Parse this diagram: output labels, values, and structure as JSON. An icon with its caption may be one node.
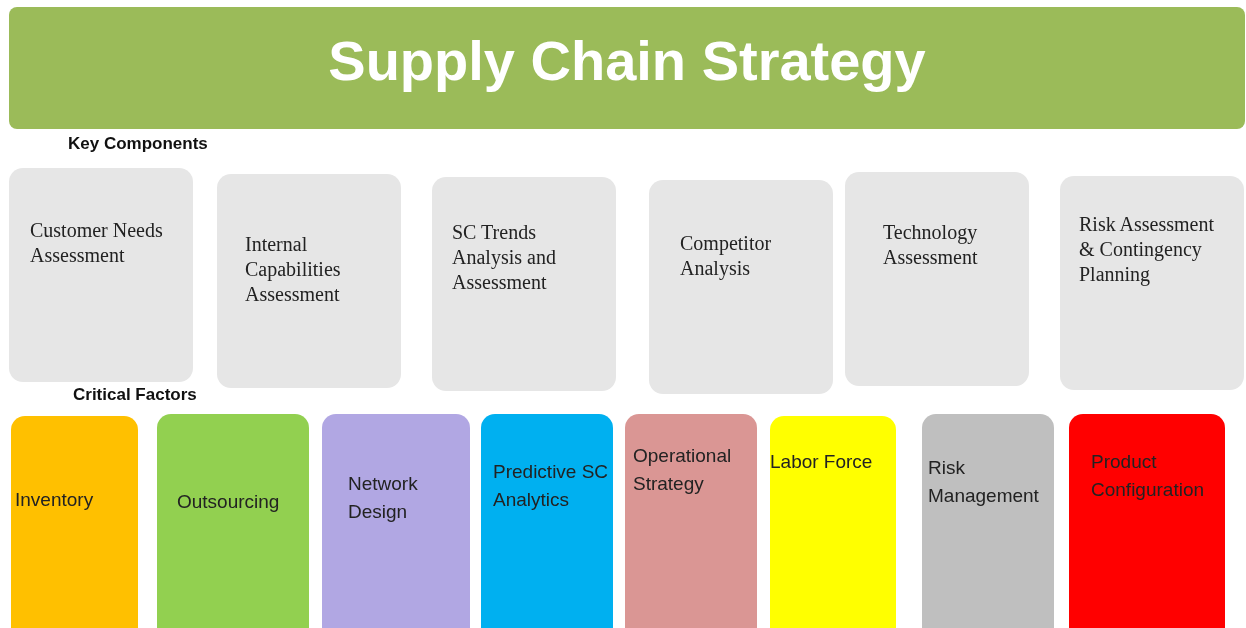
{
  "diagram": {
    "nodes": [
      {
        "text": [
          "Supply Chain Strategy"
        ]
      },
      {
        "text": [
          "Customer Needs Assessment"
        ]
      },
      {
        "text": [
          "Internal Capabilities Assessment"
        ]
      },
      {
        "text": [
          "SC Trends Analysis and Assessment"
        ]
      },
      {
        "text": [
          "Competitor Analysis"
        ]
      },
      {
        "text": [
          "Technology Assessment"
        ]
      },
      {
        "text": [
          "Risk Assessment & Contingency Planning"
        ]
      },
      {
        "text": [
          "Inventory"
        ]
      },
      {
        "text": [
          "Outsourcing"
        ]
      },
      {
        "text": [
          "Network Design"
        ]
      },
      {
        "text": [
          "Predictive SC Analytics"
        ]
      },
      {
        "text": [
          "Operational Strategy"
        ]
      },
      {
        "text": [
          "Labor Force"
        ]
      },
      {
        "text": [
          "Risk Management"
        ]
      },
      {
        "text": [
          "Product Configuration"
        ]
      }
    ],
    "labels": [
      "Key Components",
      "Critical Factors"
    ]
  }
}
